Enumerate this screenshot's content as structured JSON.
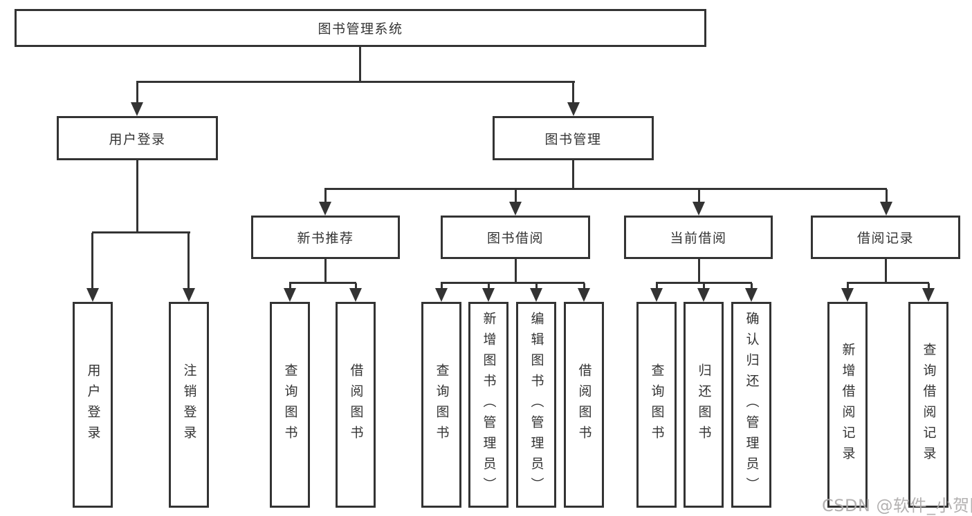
{
  "diagram": {
    "root": {
      "label": "图书管理系统"
    },
    "level1": [
      {
        "label": "用户登录",
        "children": [
          {
            "label": "用户登录"
          },
          {
            "label": "注销登录"
          }
        ]
      },
      {
        "label": "图书管理",
        "groups": [
          {
            "label": "新书推荐",
            "children": [
              {
                "label": "查询图书"
              },
              {
                "label": "借阅图书"
              }
            ]
          },
          {
            "label": "图书借阅",
            "children": [
              {
                "label": "查询图书"
              },
              {
                "label": "新增图书（管理员）"
              },
              {
                "label": "编辑图书（管理员）"
              },
              {
                "label": "借阅图书"
              }
            ]
          },
          {
            "label": "当前借阅",
            "children": [
              {
                "label": "查询图书"
              },
              {
                "label": "归还图书"
              },
              {
                "label": "确认归还（管理员）"
              }
            ]
          },
          {
            "label": "借阅记录",
            "children": [
              {
                "label": "新增借阅记录"
              },
              {
                "label": "查询借阅记录"
              }
            ]
          }
        ]
      }
    ]
  },
  "watermark": {
    "text": "CSDN @软件_小贺同学"
  },
  "colors": {
    "line": "#333333",
    "text": "#333333",
    "box_bg": "#ffffff",
    "watermark": "#acaaaa"
  }
}
